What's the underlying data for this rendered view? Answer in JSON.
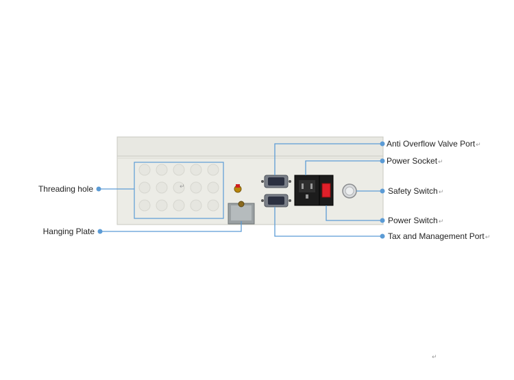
{
  "callouts": {
    "threading_hole": "Threading hole",
    "hanging_plate": "Hanging Plate",
    "anti_overflow_valve_port": "Anti Overflow Valve Port",
    "power_socket": "Power Socket",
    "safety_switch": "Safety Switch",
    "power_switch": "Power Switch",
    "tax_management_port": "Tax and Management Port"
  },
  "return_mark": "↵",
  "colors": {
    "leader_line": "#5b9bd5",
    "enclosure": "#ecece6",
    "socket": "#1c1c1c",
    "switch": "#e0202a"
  },
  "icons": [
    "circle-dot-icon",
    "return-arrow-icon"
  ]
}
